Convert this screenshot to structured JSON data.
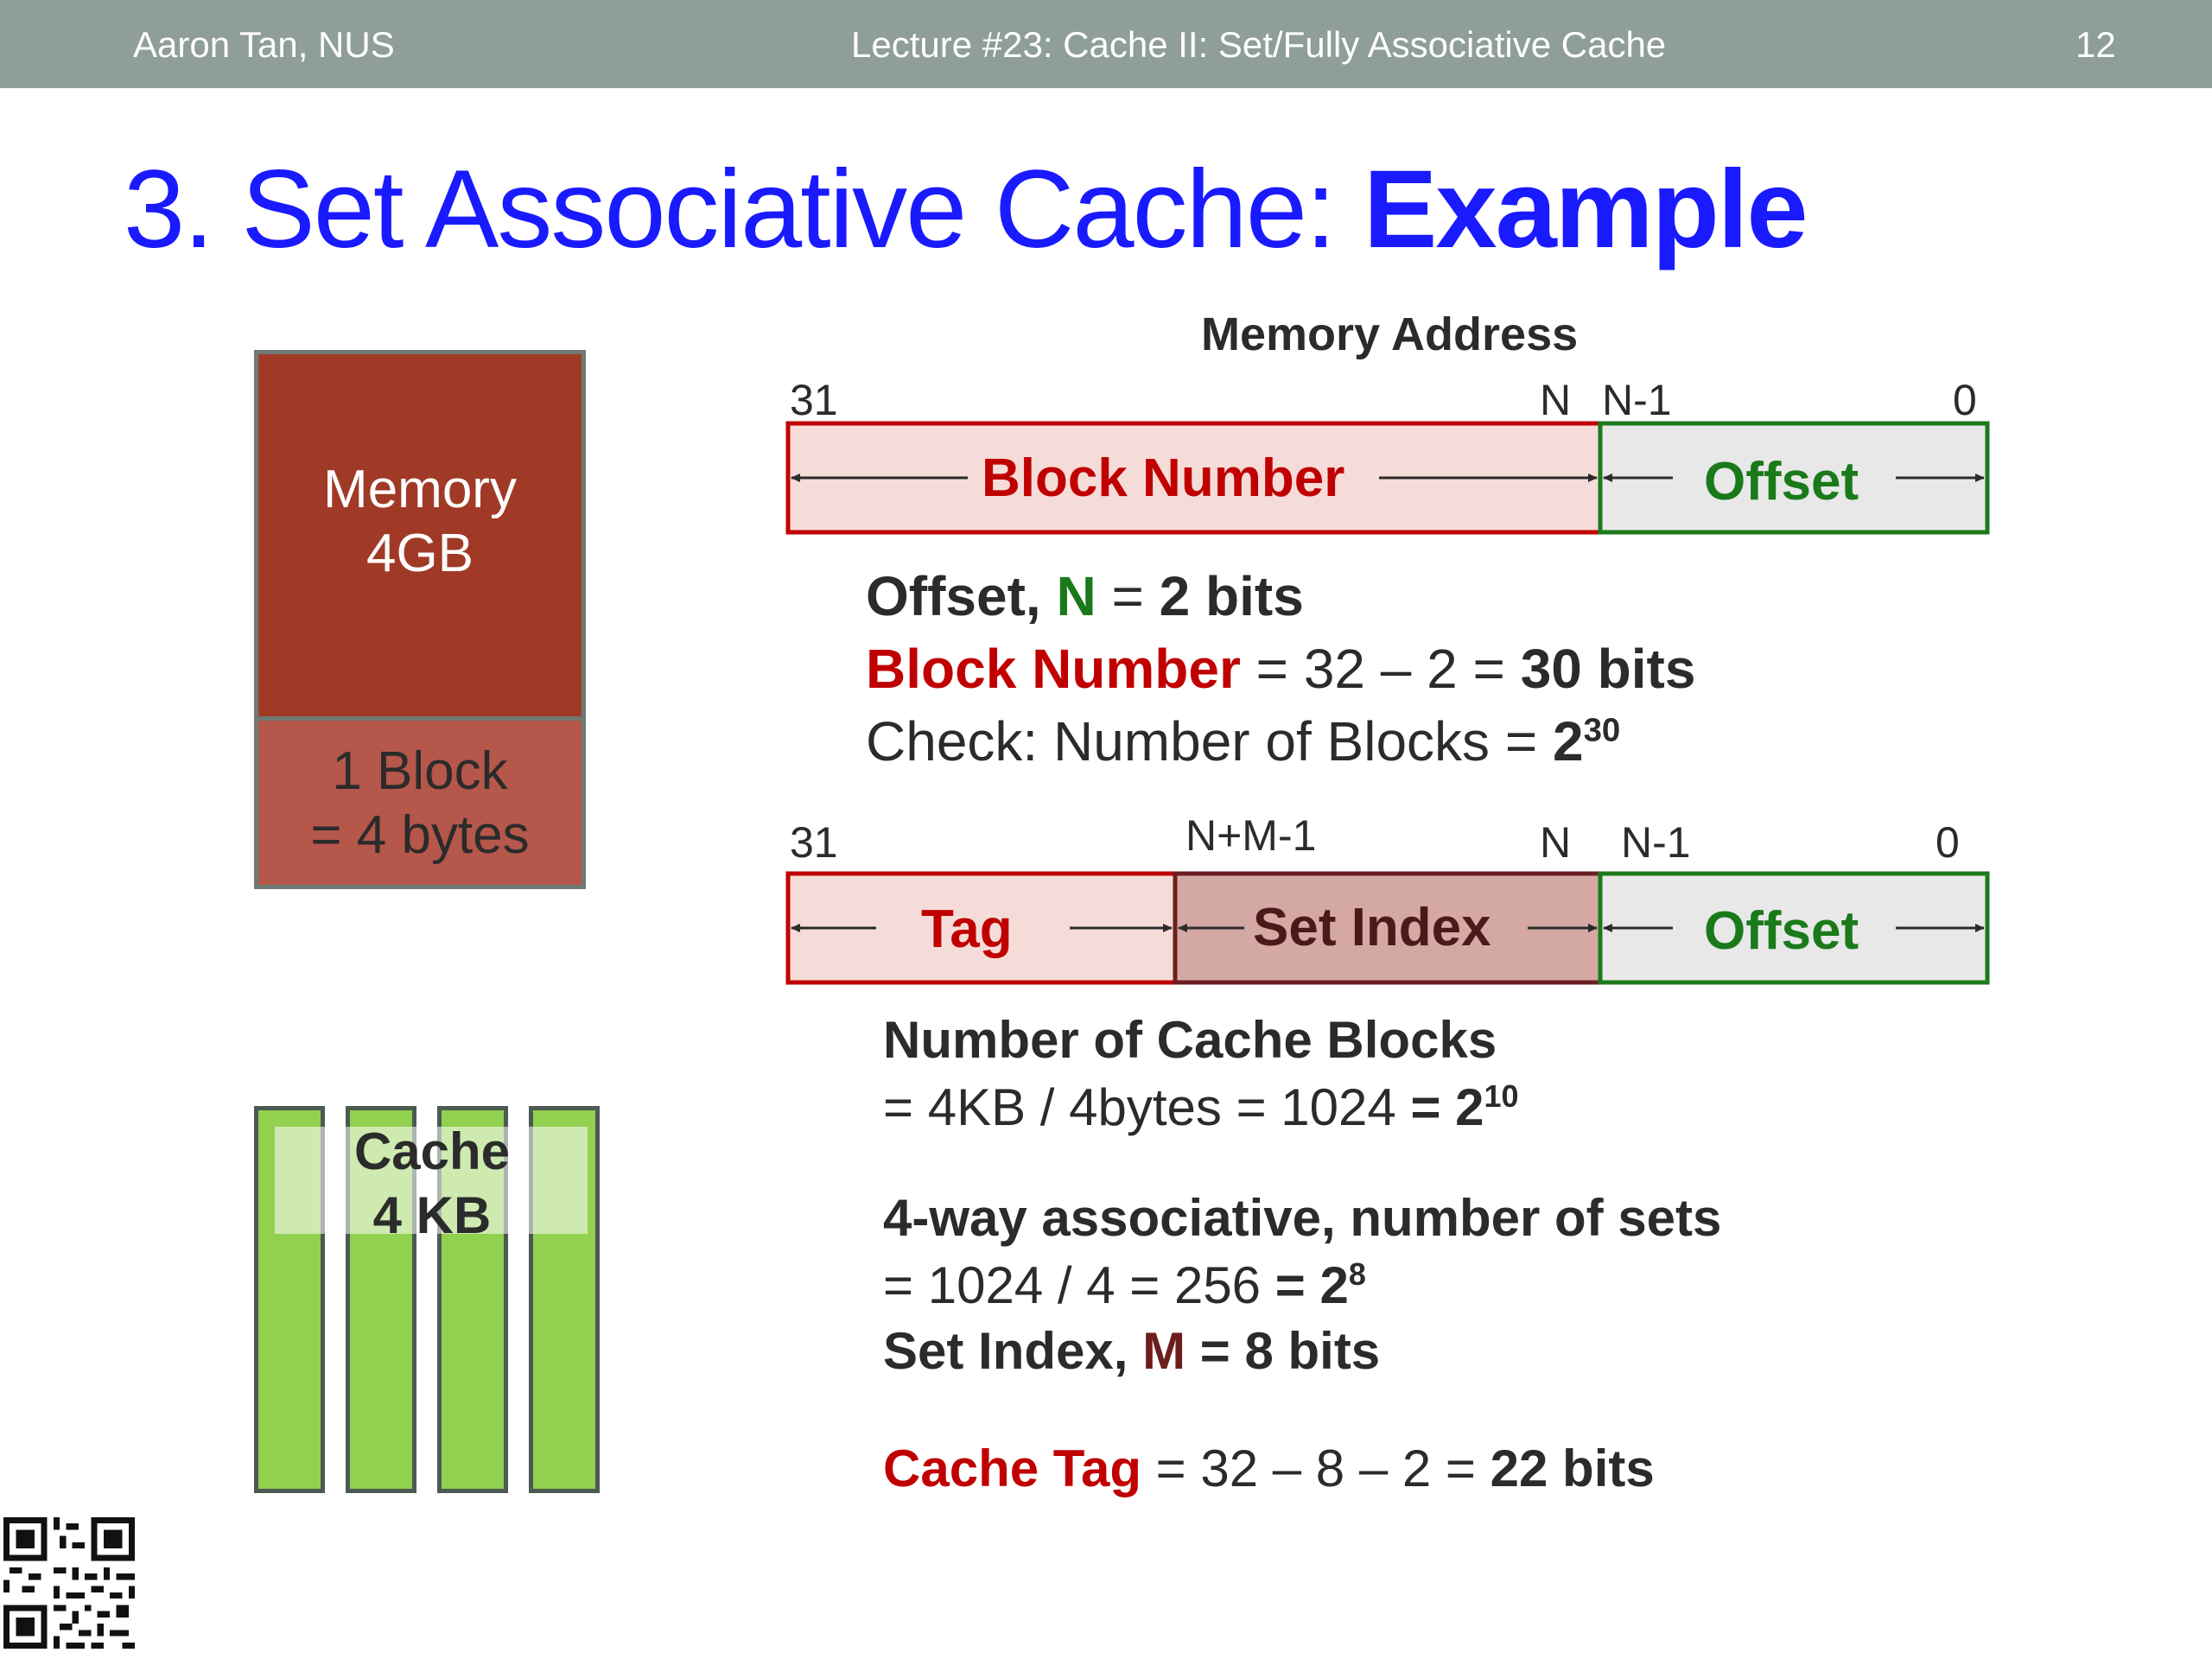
{
  "header": {
    "author": "Aaron Tan, NUS",
    "lecture": "Lecture #23: Cache II: Set/Fully Associative Cache",
    "page": "12"
  },
  "title": {
    "prefix": "3. Set Associative Cache: ",
    "bold": "Example"
  },
  "memory": {
    "label_line1": "Memory",
    "label_line2": "4GB",
    "block_line1": "1 Block",
    "block_line2": "= 4 bytes"
  },
  "cache": {
    "label_line1": "Cache",
    "label_line2": "4 KB"
  },
  "address1": {
    "heading": "Memory Address",
    "bit_31": "31",
    "bit_n": "N",
    "bit_n1": "N-1",
    "bit_0": "0",
    "field_block": "Block Number",
    "field_offset": "Offset"
  },
  "calc1": {
    "offset_label": "Offset, ",
    "n": "N",
    "offset_eq": " = ",
    "offset_value": "2 bits",
    "block_label": "Block Number",
    "block_eq": " = 32 – 2 = ",
    "block_value": "30 bits",
    "check_text": "Check: Number of Blocks = ",
    "check_base": "2",
    "check_exp": "30"
  },
  "address2": {
    "bit_31": "31",
    "bit_nm1": "N+M-1",
    "bit_n": "N",
    "bit_n1": "N-1",
    "bit_0": "0",
    "field_tag": "Tag",
    "field_set": "Set Index",
    "field_offset": "Offset"
  },
  "calc2": {
    "cache_blocks_heading": "Number of Cache Blocks",
    "cache_blocks_eq": "= 4KB / 4bytes = 1024 ",
    "cache_blocks_value_prefix": "= 2",
    "cache_blocks_exp": "10",
    "sets_heading": "4-way associative, number of sets",
    "sets_eq": "= 1024 / 4 = 256 ",
    "sets_value_prefix": "= 2",
    "sets_exp": "8",
    "set_index_label": "Set Index, ",
    "m": "M",
    "set_index_value": " = 8 bits",
    "tag_label": "Cache Tag",
    "tag_eq": " = 32 – 8 – 2 = ",
    "tag_value": "22 bits"
  },
  "colors": {
    "header_bg": "#8f9e96",
    "title_blue": "#1a1aff",
    "memory_red": "#a03a26",
    "block_red": "#b5574a",
    "cache_green": "#92d050",
    "field_red": "#c00000",
    "field_green": "#1a7a1a"
  }
}
